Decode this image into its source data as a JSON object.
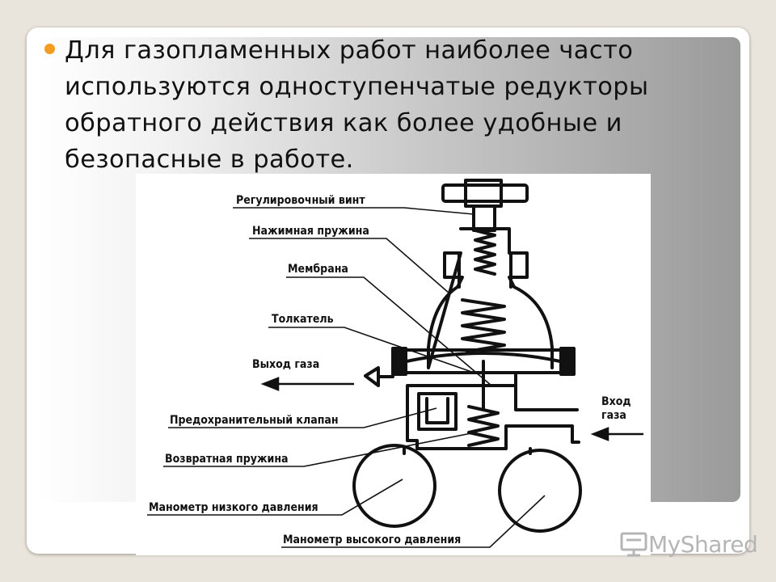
{
  "slide": {
    "text": "Для газопламенных работ наиболее часто используются одноступенчатые редукторы обратного действия как более удобные и безопасные в работе."
  },
  "diagram": {
    "labels": {
      "adjusting_screw": "Регулировочный винт",
      "pressure_spring": "Нажимная пружина",
      "membrane": "Мембрана",
      "pusher": "Толкатель",
      "gas_outlet": "Выход газа",
      "gas_inlet_line1": "Вход",
      "gas_inlet_line2": "газа",
      "safety_valve": "Предохранительный клапан",
      "return_spring": "Возвратная пружина",
      "low_pressure_gauge": "Манометр низкого давления",
      "high_pressure_gauge": "Манометр высокого давления"
    }
  },
  "watermark": {
    "icon": "projector-screen-icon",
    "text": "MyShared"
  },
  "colors": {
    "bullet": "#f39c1f",
    "background": "#e9e4dc"
  }
}
